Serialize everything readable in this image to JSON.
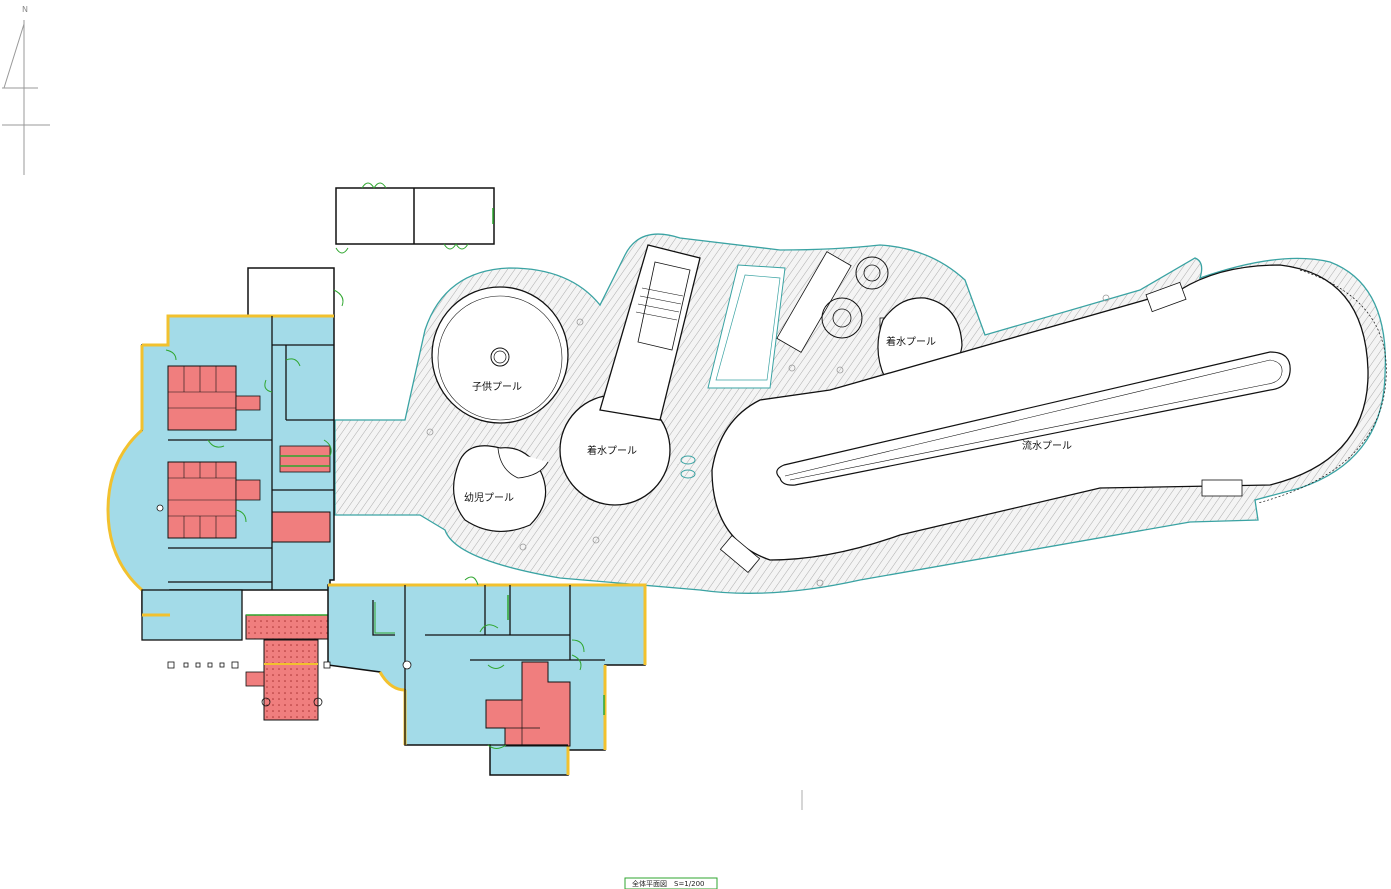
{
  "drawing": {
    "north_label": "N",
    "title": "全体平面図　S=1/200"
  },
  "pools": {
    "kids": "子供プール",
    "landing_center": "着水プール",
    "toddler": "幼児プール",
    "landing_right": "着水プール",
    "lazy_river": "流水プール"
  },
  "colors": {
    "room_fill": "#a3dbe8",
    "wet_area_fill": "#f07e7e",
    "exterior_wall": "#f2c12e",
    "deck_outline": "#3aa3a3",
    "door_swing": "#2fa62f",
    "wall_line": "#111111"
  },
  "icons": [
    "north-arrow-icon",
    "door-swing-icon",
    "column-icon"
  ]
}
